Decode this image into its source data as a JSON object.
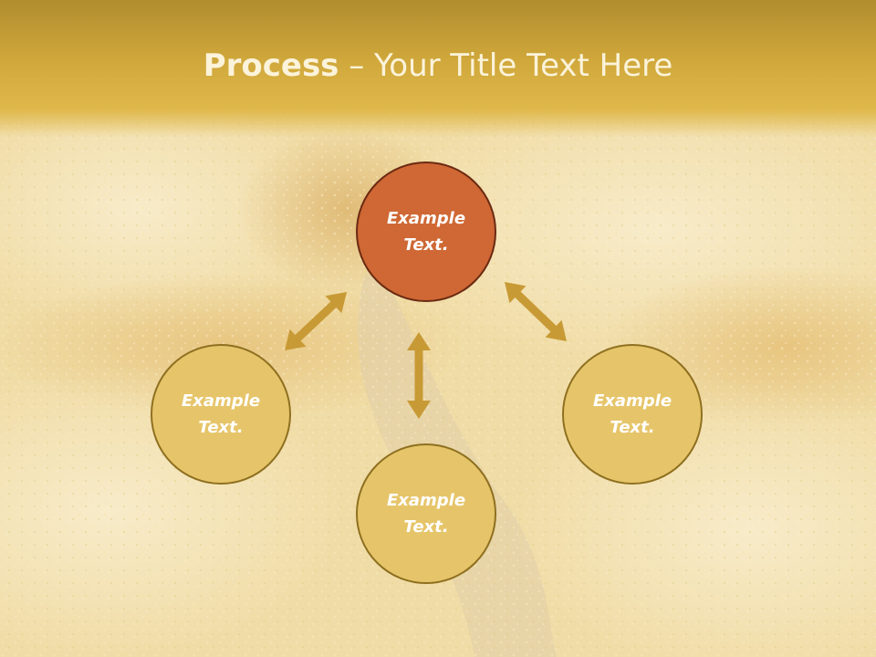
{
  "slide": {
    "title_bold": "Process",
    "title_rest": " – Your Title Text Here"
  },
  "diagram": {
    "nodes": [
      {
        "id": "top",
        "label": "Example\nText.",
        "highlighted": true
      },
      {
        "id": "left",
        "label": "Example\nText.",
        "highlighted": false
      },
      {
        "id": "right",
        "label": "Example\nText.",
        "highlighted": false
      },
      {
        "id": "bottom",
        "label": "Example\nText.",
        "highlighted": false
      }
    ],
    "connections": [
      {
        "from": "top",
        "to": "left",
        "style": "double-arrow"
      },
      {
        "from": "top",
        "to": "right",
        "style": "double-arrow"
      },
      {
        "from": "top",
        "to": "bottom",
        "style": "double-arrow"
      }
    ]
  },
  "colors": {
    "highlight_fill": "#cf6834",
    "node_fill": "#e6c56a",
    "arrow": "#c89a35",
    "title_bar": "#d0a83b"
  }
}
